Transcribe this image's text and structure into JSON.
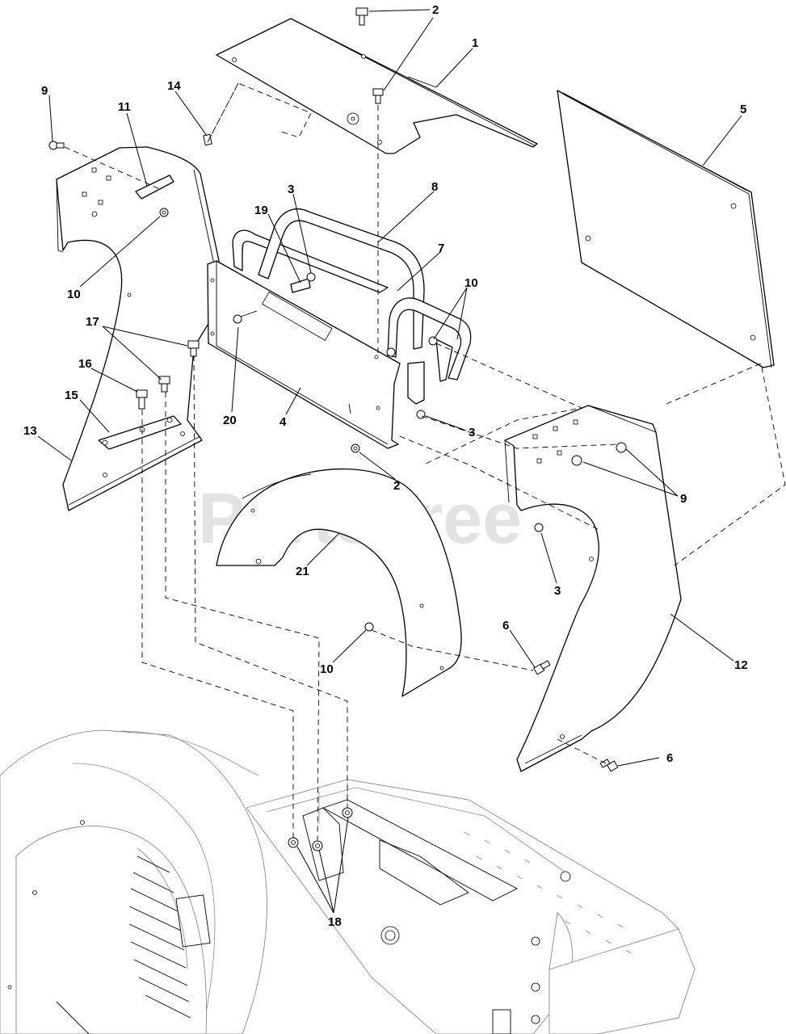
{
  "watermark": {
    "text": "PartsTree",
    "trademark": "TM"
  },
  "callouts": [
    {
      "label": "1"
    },
    {
      "label": "2"
    },
    {
      "label": "2"
    },
    {
      "label": "3"
    },
    {
      "label": "3"
    },
    {
      "label": "3"
    },
    {
      "label": "4"
    },
    {
      "label": "5"
    },
    {
      "label": "6"
    },
    {
      "label": "6"
    },
    {
      "label": "7"
    },
    {
      "label": "8"
    },
    {
      "label": "9"
    },
    {
      "label": "9"
    },
    {
      "label": "10"
    },
    {
      "label": "10"
    },
    {
      "label": "10"
    },
    {
      "label": "11"
    },
    {
      "label": "12"
    },
    {
      "label": "13"
    },
    {
      "label": "14"
    },
    {
      "label": "15"
    },
    {
      "label": "16"
    },
    {
      "label": "17"
    },
    {
      "label": "18"
    },
    {
      "label": "19"
    },
    {
      "label": "20"
    },
    {
      "label": "21"
    }
  ]
}
